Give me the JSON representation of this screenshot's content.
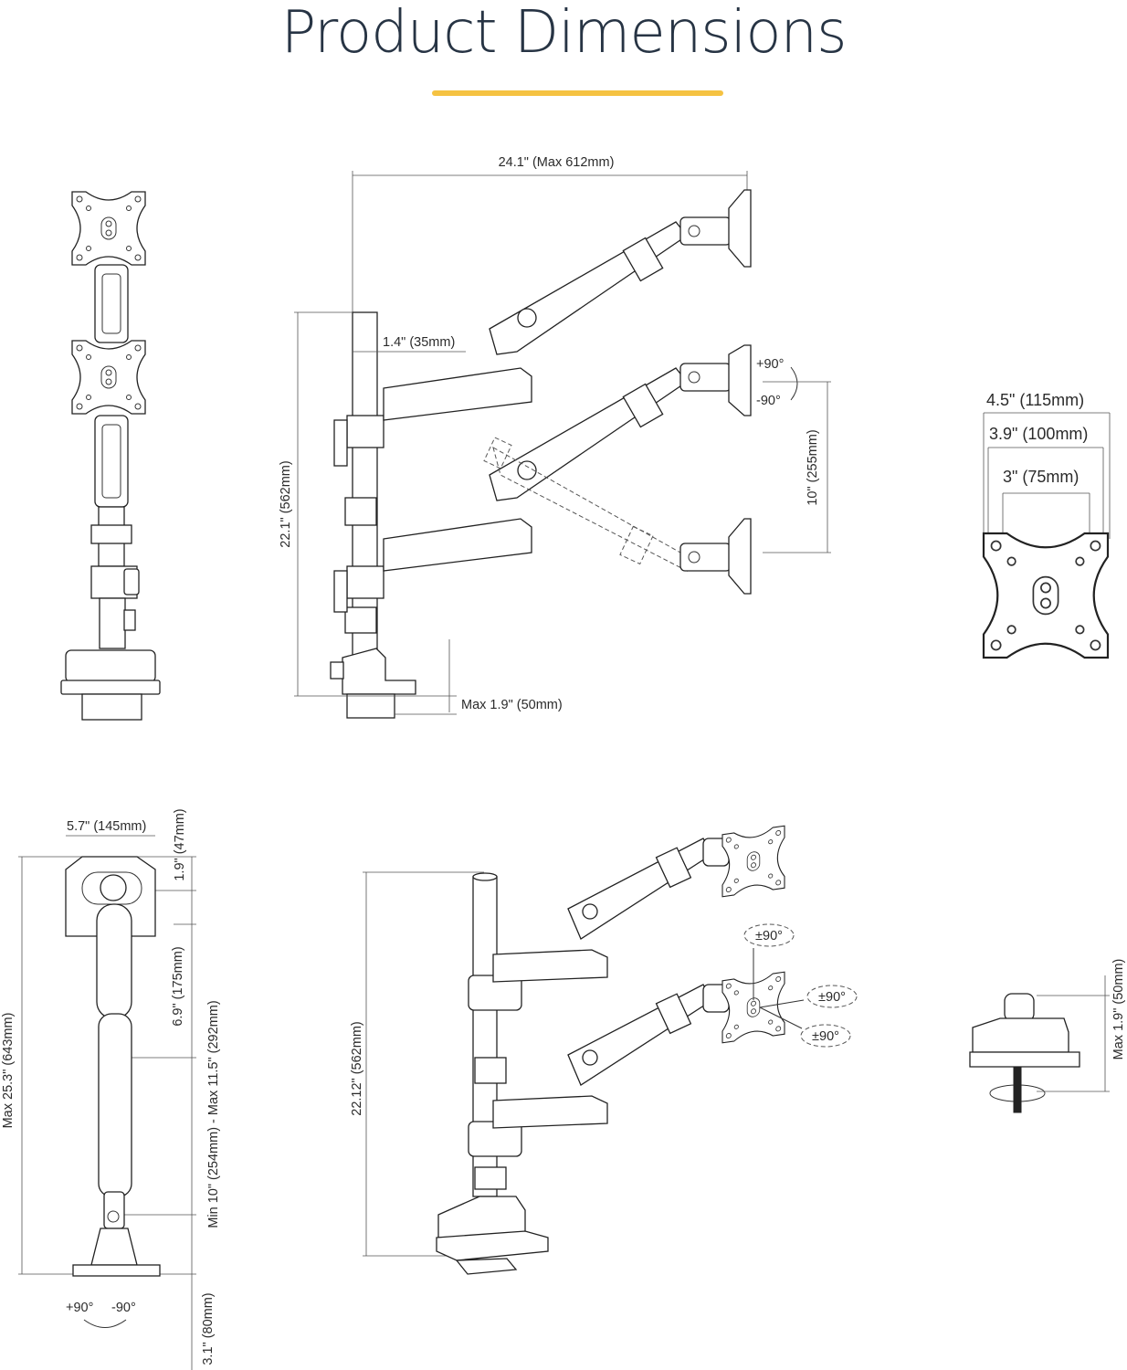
{
  "page": {
    "title": "Product Dimensions",
    "accent_color": "#f5c242"
  },
  "dimensions": {
    "reach_width": "24.1\" (Max 612mm)",
    "pole_diameter": "1.4\" (35mm)",
    "pole_height": "22.1\" (562mm)",
    "desk_thickness_side": "Max 1.9\" (50mm)",
    "tilt_plus": "+90°",
    "tilt_minus": "-90°",
    "vertical_adjust": "10\" (255mm)",
    "vesa_outer": "4.5\"  (115mm)",
    "vesa_mid": "3.9\" (100mm)",
    "vesa_inner": "3\" (75mm)",
    "base_width": "5.7\" (145mm)",
    "top_offset": "1.9\" (47mm)",
    "arm_segment": "6.9\" (175mm)",
    "max_height": "Max 25.3\" (643mm)",
    "arm_range": "Min 10\" (254mm) - Max 11.5\" (292mm)",
    "bottom_tilt_plus": "+90°",
    "bottom_tilt_minus": "-90°",
    "mount_depth": "3.1\" (80mm)",
    "iso_pole_height": "22.12\" (562mm)",
    "rotate_1": "±90°",
    "rotate_2": "±90°",
    "rotate_3": "±90°",
    "clamp_thickness": "Max 1.9\" (50mm)"
  },
  "icons": [
    "vesa-plate-icon",
    "rotation-arrow-icon"
  ]
}
